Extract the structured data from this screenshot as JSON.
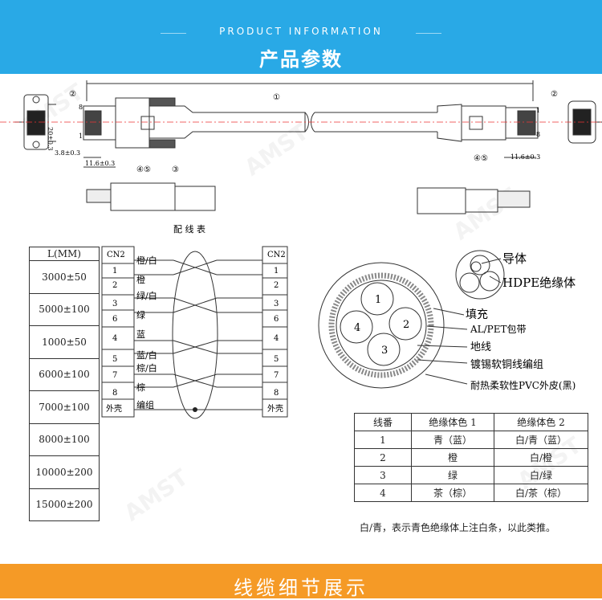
{
  "header": {
    "subtitle_en": "PRODUCT INFORMATION",
    "title_cn": "产品参数"
  },
  "footer": {
    "title_cn": "线缆细节展示"
  },
  "colors": {
    "header_bg": "#29a9e6",
    "footer_bg": "#f59a26"
  },
  "watermark": "AMST",
  "drawing": {
    "dims": {
      "h_dim": "20±0.3",
      "w1": "3.8±0.3",
      "w2": "11.6±0.3",
      "w3": "11.6±0.3"
    },
    "callouts": {
      "c1": "①",
      "c2": "②",
      "c45": "④⑤",
      "c3": "③",
      "c2r": "②",
      "c45r": "④⑤"
    },
    "pins": {
      "p8": "8",
      "p1": "1",
      "p1r": "1",
      "p8r": "8"
    },
    "caption": "配 线 表"
  },
  "length_table": {
    "header": "L(MM)",
    "rows": [
      "3000±50",
      "5000±100",
      "1000±50",
      "6000±100",
      "7000±100",
      "8000±100",
      "10000±200",
      "15000±200"
    ]
  },
  "wiring": {
    "left_header": "CN2",
    "right_header": "CN2",
    "pins": [
      "1",
      "2",
      "3",
      "6",
      "4",
      "5",
      "7",
      "8",
      "外壳"
    ],
    "wires": [
      "橙/白",
      "橙",
      "绿/白",
      "绿",
      "蓝",
      "蓝/白",
      "棕/白",
      "棕",
      "编组"
    ]
  },
  "cross_section": {
    "cores": [
      "1",
      "2",
      "3",
      "4"
    ],
    "labels": {
      "conductor": "导体",
      "insulation": "HDPE绝缘体",
      "filler": "填充",
      "tape": "AL/PET包带",
      "drain": "地线",
      "braid": "镀锡软铜线编组",
      "jacket": "耐热柔软性PVC外皮(黑)"
    }
  },
  "color_table": {
    "headers": [
      "线番",
      "绝缘体色 1",
      "绝缘体色 2"
    ],
    "rows": [
      [
        "1",
        "青（蓝）",
        "白/青（蓝）"
      ],
      [
        "2",
        "橙",
        "白/橙"
      ],
      [
        "3",
        "绿",
        "白/绿"
      ],
      [
        "4",
        "茶（棕）",
        "白/茶（棕）"
      ]
    ]
  },
  "note": "白/青，表示青色绝缘体上注白条，以此类推。"
}
